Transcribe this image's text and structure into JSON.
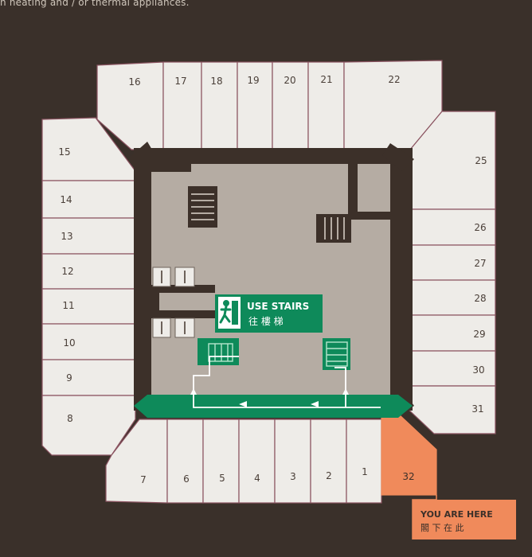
{
  "header": {
    "note_left": "n heating and / or thermal appliances.",
    "note_right": ""
  },
  "rooms": [
    {
      "n": "1"
    },
    {
      "n": "2"
    },
    {
      "n": "3"
    },
    {
      "n": "4"
    },
    {
      "n": "5"
    },
    {
      "n": "6"
    },
    {
      "n": "7"
    },
    {
      "n": "8"
    },
    {
      "n": "9"
    },
    {
      "n": "10"
    },
    {
      "n": "11"
    },
    {
      "n": "12"
    },
    {
      "n": "13"
    },
    {
      "n": "14"
    },
    {
      "n": "15"
    },
    {
      "n": "16"
    },
    {
      "n": "17"
    },
    {
      "n": "18"
    },
    {
      "n": "19"
    },
    {
      "n": "20"
    },
    {
      "n": "21"
    },
    {
      "n": "22"
    },
    {
      "n": "25"
    },
    {
      "n": "26"
    },
    {
      "n": "27"
    },
    {
      "n": "28"
    },
    {
      "n": "29"
    },
    {
      "n": "30"
    },
    {
      "n": "31"
    },
    {
      "n": "32"
    }
  ],
  "exit_sign": {
    "title": "USE STAIRS",
    "subtitle": "往 樓 梯",
    "color": "#0e8a5a"
  },
  "you_are_here": {
    "title": "YOU ARE HERE",
    "subtitle": "閣 下 在 此",
    "color": "#f08a5b"
  },
  "colors": {
    "background": "#3a302a",
    "room_fill": "#eeece8",
    "room_line": "#8a5360",
    "core_fill": "#b5aca3",
    "wall": "#3c3029",
    "route": "#0e8a5a"
  }
}
